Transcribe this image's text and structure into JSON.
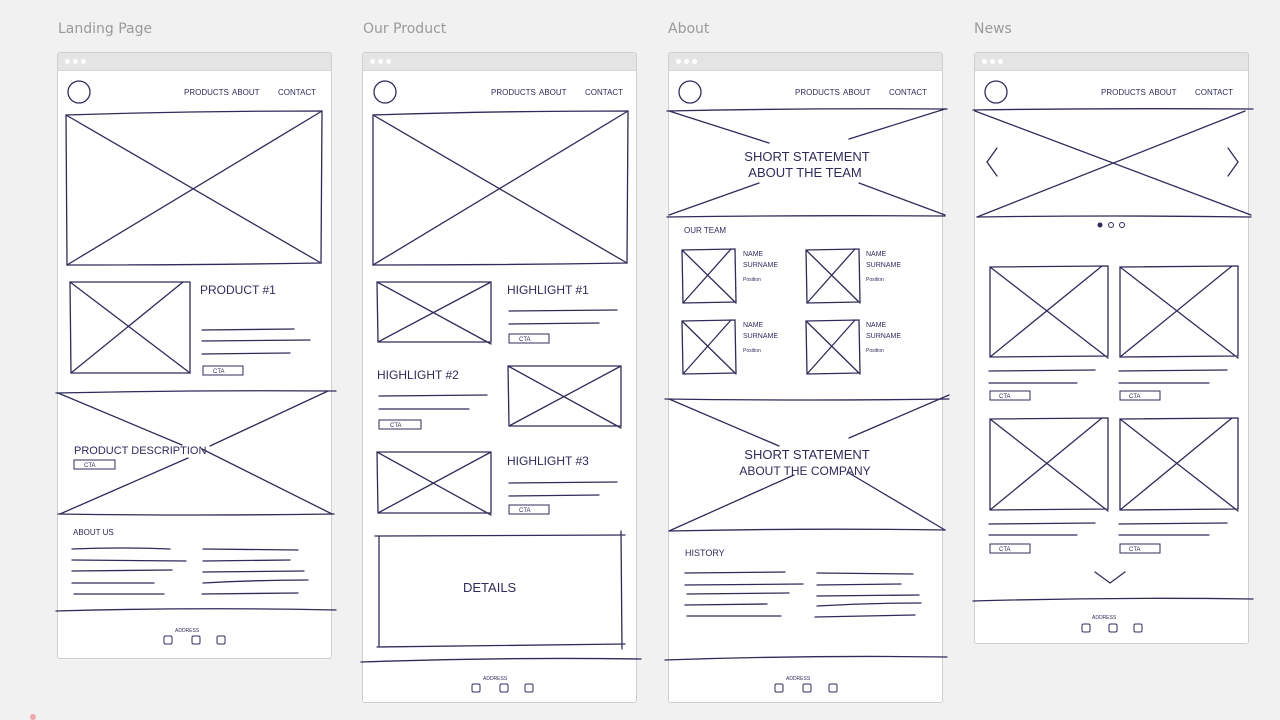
{
  "boards": [
    {
      "title": "Landing Page",
      "nav": [
        "PRODUCTS",
        "ABOUT",
        "CONTACT"
      ],
      "sections": {
        "product": {
          "title": "PRODUCT #1",
          "cta": "CTA"
        },
        "description": {
          "title": "PRODUCT DESCRIPTION",
          "cta": "CTA"
        },
        "about": {
          "title": "ABOUT US"
        },
        "footer": {
          "address": "ADDRESS",
          "social_icons": [
            "twitter-icon",
            "facebook-icon",
            "instagram-icon"
          ]
        }
      }
    },
    {
      "title": "Our Product",
      "nav": [
        "PRODUCTS",
        "ABOUT",
        "CONTACT"
      ],
      "sections": {
        "highlights": [
          {
            "title": "HIGHLIGHT #1",
            "cta": "CTA"
          },
          {
            "title": "HIGHLIGHT #2",
            "cta": "CTA"
          },
          {
            "title": "HIGHLIGHT #3",
            "cta": "CTA"
          }
        ],
        "details": {
          "title": "DETAILS"
        },
        "footer": {
          "address": "ADDRESS",
          "social_icons": [
            "twitter-icon",
            "facebook-icon",
            "instagram-icon"
          ]
        }
      }
    },
    {
      "title": "About",
      "nav": [
        "PRODUCTS",
        "ABOUT",
        "CONTACT"
      ],
      "sections": {
        "hero": {
          "line1": "SHORT STATEMENT",
          "line2": "ABOUT THE TEAM"
        },
        "team": {
          "title": "OUR TEAM",
          "members": [
            {
              "name": "NAME",
              "surname": "SURNAME",
              "position": "Position"
            },
            {
              "name": "NAME",
              "surname": "SURNAME",
              "position": "Position"
            },
            {
              "name": "NAME",
              "surname": "SURNAME",
              "position": "Position"
            },
            {
              "name": "NAME",
              "surname": "SURNAME",
              "position": "Position"
            }
          ]
        },
        "company": {
          "line1": "SHORT STATEMENT",
          "line2": "ABOUT THE COMPANY"
        },
        "history": {
          "title": "HISTORY"
        },
        "footer": {
          "address": "ADDRESS",
          "social_icons": [
            "twitter-icon",
            "facebook-icon",
            "instagram-icon"
          ]
        }
      }
    },
    {
      "title": "News",
      "nav": [
        "PRODUCTS",
        "ABOUT",
        "CONTACT"
      ],
      "sections": {
        "carousel": {
          "slides": 3,
          "active": 1
        },
        "cards": [
          {
            "cta": "CTA"
          },
          {
            "cta": "CTA"
          },
          {
            "cta": "CTA"
          },
          {
            "cta": "CTA"
          }
        ],
        "footer": {
          "address": "ADDRESS",
          "social_icons": [
            "twitter-icon",
            "facebook-icon",
            "instagram-icon"
          ]
        }
      }
    }
  ],
  "colors": {
    "ink": "#2e2c5a",
    "background": "#f1f1f1",
    "frame_bar": "#e4e4e4",
    "title_gray": "#9a9a9a"
  }
}
